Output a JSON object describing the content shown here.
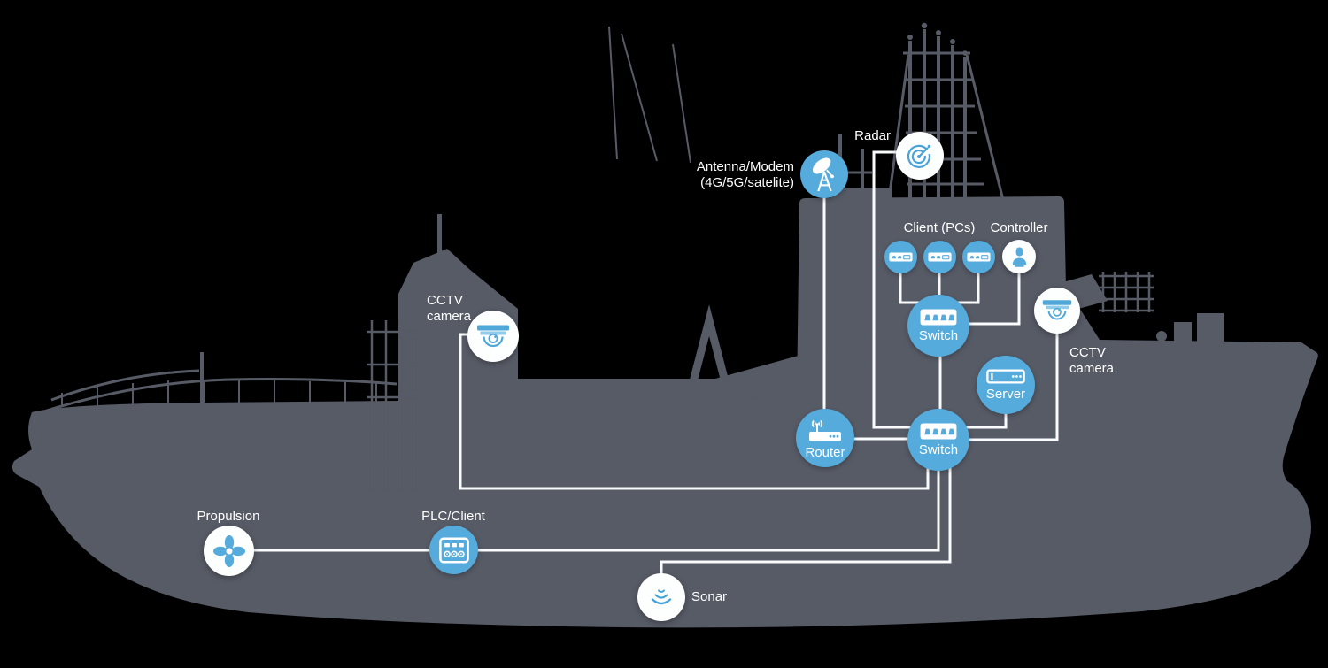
{
  "diagram": {
    "background_color": "#000000",
    "ship_color": "#575b66",
    "line_color": "#fafbfc",
    "node_blue": "#55abdb",
    "node_white": "#fdfefe",
    "icon_blue": "#4aa3d8",
    "label_color": "#ffffff"
  },
  "nodes": {
    "radar": {
      "label": "Radar",
      "icon": "radar-icon",
      "style": "white"
    },
    "antenna": {
      "label": "Antenna/Modem (4G/5G/satelite)",
      "label_line1": "Antenna/Modem",
      "label_line2": "(4G/5G/satelite)",
      "icon": "satellite-dish-icon",
      "style": "blue"
    },
    "clients": {
      "label": "Client (PCs)",
      "icon": "pc-icon",
      "count": 3,
      "style": "blue"
    },
    "controller": {
      "label": "Controller",
      "icon": "person-icon",
      "style": "white"
    },
    "cctv_right": {
      "label": "CCTV camera",
      "icon": "dome-camera-icon",
      "style": "white"
    },
    "switch_top": {
      "label": "Switch",
      "icon": "switch-icon",
      "style": "blue"
    },
    "server": {
      "label": "Server",
      "icon": "server-icon",
      "style": "blue"
    },
    "router": {
      "label": "Router",
      "icon": "router-icon",
      "style": "blue"
    },
    "switch_bottom": {
      "label": "Switch",
      "icon": "switch-icon",
      "style": "blue"
    },
    "cctv_left": {
      "label": "CCTV camera",
      "icon": "dome-camera-icon",
      "style": "white"
    },
    "propulsion": {
      "label": "Propulsion",
      "icon": "propeller-fan-icon",
      "style": "white"
    },
    "plc": {
      "label": "PLC/Client",
      "icon": "plc-panel-icon",
      "style": "blue"
    },
    "sonar": {
      "label": "Sonar",
      "icon": "sonar-waves-icon",
      "style": "white"
    }
  },
  "connections": [
    {
      "from": "antenna",
      "to": "router"
    },
    {
      "from": "radar",
      "to": "switch_bottom"
    },
    {
      "from": "client_1",
      "to": "switch_top"
    },
    {
      "from": "client_2",
      "to": "switch_top"
    },
    {
      "from": "client_3",
      "to": "switch_top"
    },
    {
      "from": "controller",
      "to": "switch_top"
    },
    {
      "from": "switch_top",
      "to": "switch_bottom"
    },
    {
      "from": "server",
      "to": "switch_bottom"
    },
    {
      "from": "cctv_right",
      "to": "switch_bottom"
    },
    {
      "from": "router",
      "to": "switch_bottom"
    },
    {
      "from": "cctv_left",
      "to": "switch_bottom"
    },
    {
      "from": "propulsion",
      "to": "plc"
    },
    {
      "from": "plc",
      "to": "switch_bottom"
    },
    {
      "from": "sonar",
      "to": "switch_bottom"
    }
  ]
}
